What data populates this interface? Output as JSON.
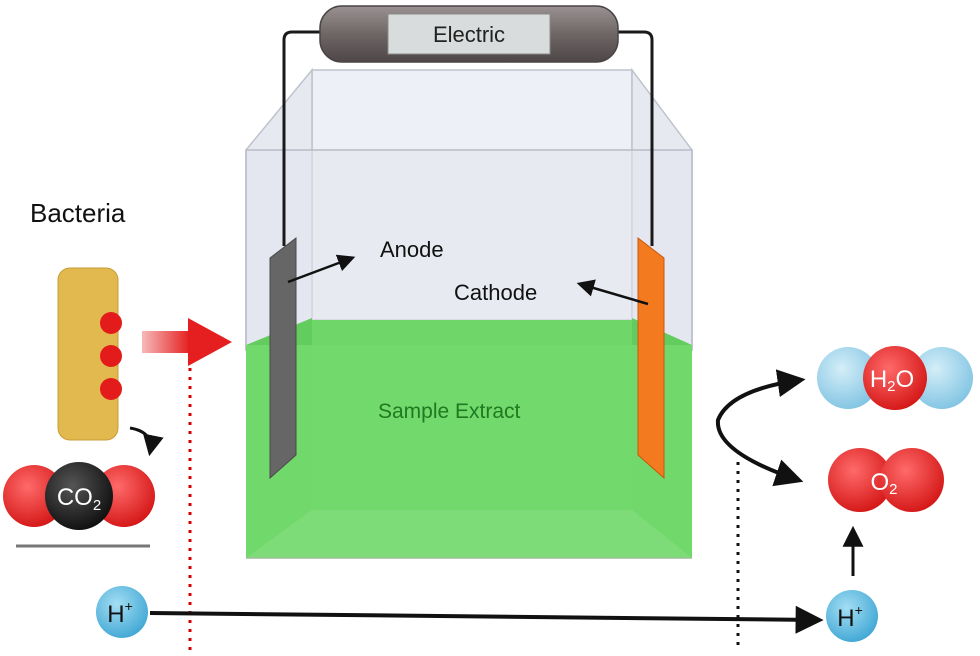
{
  "labels": {
    "electric": "Electric",
    "bacteria": "Bacteria",
    "anode": "Anode",
    "cathode": "Cathode",
    "sample_extract": "Sample Extract"
  },
  "molecules": {
    "co2": {
      "base": "CO",
      "sub": "2"
    },
    "h2o": {
      "pre": "H",
      "sub": "2",
      "post": "O"
    },
    "o2": {
      "base": "O",
      "sub": "2"
    },
    "h_plus_left": {
      "base": "H",
      "sup": "+"
    },
    "h_plus_right": {
      "base": "H",
      "sup": "+"
    }
  },
  "colors": {
    "bacteria_body": "#e1b94f",
    "bacteria_dot": "#e31b1b",
    "liquid": "#72d96c",
    "anode": "#6b6b6b",
    "cathode": "#f47a1f",
    "wire": "#1a1a1a",
    "resistor": "#7a7070",
    "co2_red": "#e52a2a",
    "co2_black": "#1a1a1a",
    "water_blue": "#9ed3ea",
    "proton_blue": "#5cb8de",
    "dotted_red": "#d40000",
    "arrow_red": "#e51f1f"
  }
}
